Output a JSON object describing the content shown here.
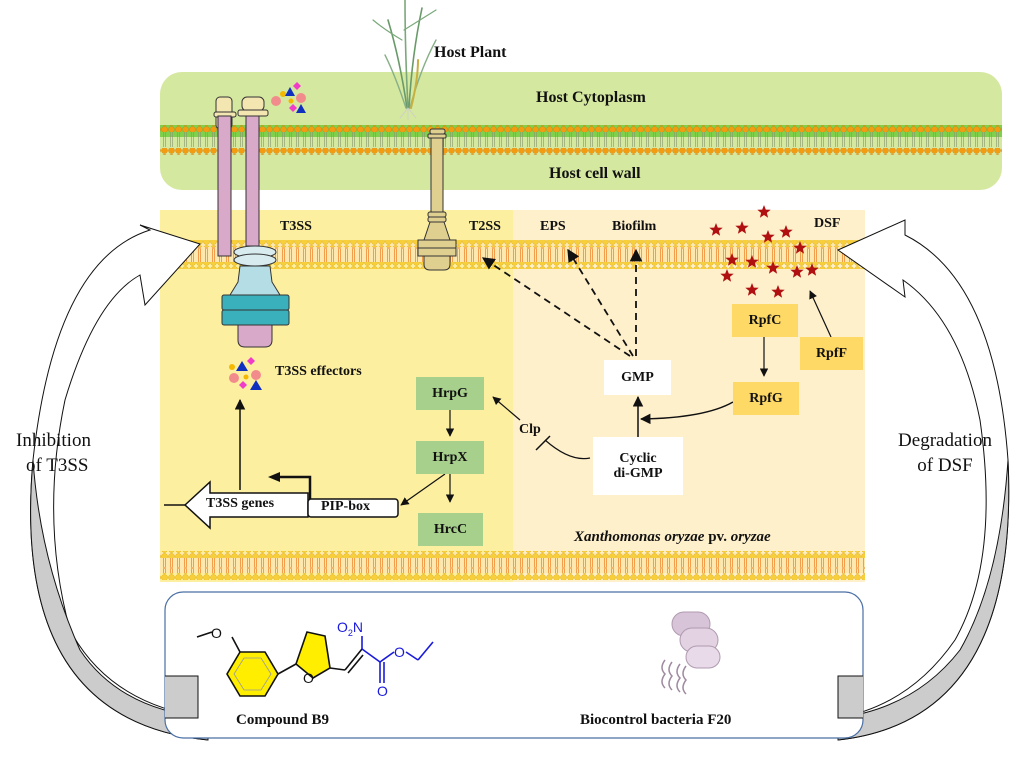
{
  "host": {
    "plant_label": "Host Plant",
    "cytoplasm_label": "Host Cytoplasm",
    "cell_wall_label": "Host cell wall"
  },
  "secretion": {
    "t3ss_label": "T3SS",
    "t2ss_label": "T2SS",
    "eps_label": "EPS",
    "biofilm_label": "Biofilm",
    "dsf_label": "DSF",
    "effectors_label": "T3SS effectors"
  },
  "pathway": {
    "hrpg": "HrpG",
    "hrpx": "HrpX",
    "hrcc": "HrcC",
    "clp": "Clp",
    "gmp": "GMP",
    "cyclic_line1": "Cyclic",
    "cyclic_line2": "di-GMP",
    "rpfc": "RpfC",
    "rpff": "RpfF",
    "rpfg": "RpfG",
    "t3ss_genes": "T3SS genes",
    "pip_box": "PIP-box"
  },
  "bacterium": {
    "name_italic1": "Xanthomonas oryzae",
    "name_plain": " pv. ",
    "name_italic2": "oryzae"
  },
  "side_labels": {
    "left_line1": "Inhibition",
    "left_line2": "of T3SS",
    "right_line1": "Degradation",
    "right_line2": "of DSF"
  },
  "bottom_panel": {
    "compound_label": "Compound B9",
    "compound_o2n": "O2N",
    "biocontrol_label": "Biocontrol bacteria F20"
  },
  "colors": {
    "host_green": "#d5e8a0",
    "cell_yellow": "#fcefa0",
    "cell_peach": "#fff0cc",
    "membrane_head": "#f5c518",
    "host_membrane_head": "#f39c12",
    "t3ss_pink": "#d8a9c8",
    "t3ss_teal": "#3ab0bc",
    "t2ss_tan": "#e0d090",
    "dsf_star": "#b01010",
    "hrp_green": "#a8d08d",
    "rpf_orange": "#ffd966",
    "compound_blue": "#1a1adc",
    "panel_border": "#4a6fa5"
  }
}
